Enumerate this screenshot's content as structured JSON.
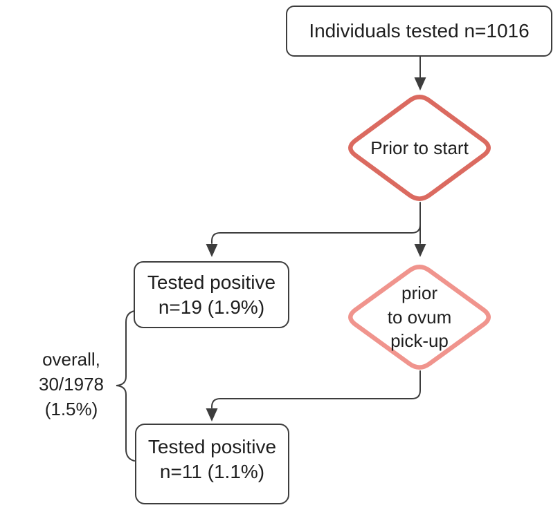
{
  "colors": {
    "connector": "#3d3d3d",
    "arrowhead": "#3d3d3d",
    "box_border": "#3d3d3d",
    "diamond_prior_start_border": "#db6a60",
    "diamond_ovum_border": "#f0948d",
    "shape_fill": "#ffffff",
    "background": "#ffffff",
    "text": "#1f1f1f"
  },
  "nodes": {
    "individuals": {
      "label": "Individuals tested n=1016"
    },
    "prior_to_start": {
      "label": "Prior to start"
    },
    "tested_positive_19": {
      "line1": "Tested positive",
      "line2": "n=19 (1.9%)"
    },
    "prior_to_ovum": {
      "lines": [
        "prior",
        "to ovum",
        "pick-up"
      ]
    },
    "tested_positive_11": {
      "line1": "Tested positive",
      "line2": "n=11 (1.1%)"
    },
    "overall": {
      "line1": "overall,",
      "line2": "30/1978",
      "line3": "(1.5%)"
    }
  }
}
